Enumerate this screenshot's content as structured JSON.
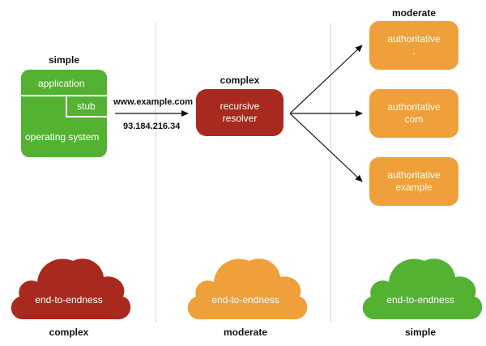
{
  "client": {
    "complexity": "simple",
    "application": "application",
    "stub": "stub",
    "operating_system": "operating system"
  },
  "query": {
    "domain": "www.example.com",
    "ip": "93.184.216.34"
  },
  "resolver": {
    "complexity": "complex",
    "line1": "recursive",
    "line2": "resolver"
  },
  "authoritative": {
    "complexity": "moderate",
    "servers": [
      {
        "line1": "authoritative",
        "line2": "."
      },
      {
        "line1": "authoritative",
        "line2": "com"
      },
      {
        "line1": "authoritative",
        "line2": "example"
      }
    ]
  },
  "clouds": [
    {
      "text": "end-to-endness",
      "caption": "complex",
      "color": "#a82a1e"
    },
    {
      "text": "end-to-endness",
      "caption": "moderate",
      "color": "#f0a03a"
    },
    {
      "text": "end-to-endness",
      "caption": "simple",
      "color": "#54b233"
    }
  ]
}
